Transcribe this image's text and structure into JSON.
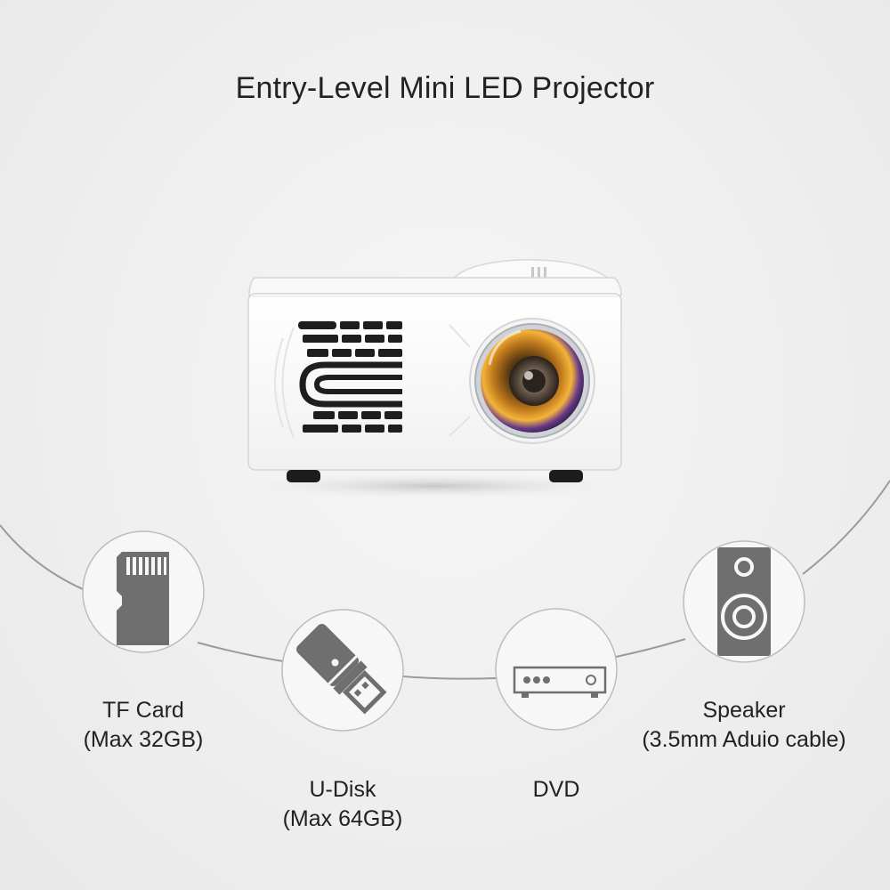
{
  "title": "Entry-Level Mini LED Projector",
  "colors": {
    "background": "#eeeeee",
    "icon_gray": "#6f6f6f",
    "circle_stroke": "#bdbdbd",
    "curve_stroke": "#9a9a9a",
    "projector_body": "#ffffff",
    "lens_glow": "#f0a020"
  },
  "connections": [
    {
      "id": "tf-card",
      "icon": "sd-card-icon",
      "label_line1": "TF Card",
      "label_line2": "(Max 32GB)"
    },
    {
      "id": "u-disk",
      "icon": "usb-drive-icon",
      "label_line1": "U-Disk",
      "label_line2": "(Max 64GB)"
    },
    {
      "id": "dvd",
      "icon": "dvd-player-icon",
      "label_line1": "DVD",
      "label_line2": ""
    },
    {
      "id": "speaker",
      "icon": "speaker-icon",
      "label_line1": "Speaker",
      "label_line2": "(3.5mm Aduio cable)"
    }
  ]
}
